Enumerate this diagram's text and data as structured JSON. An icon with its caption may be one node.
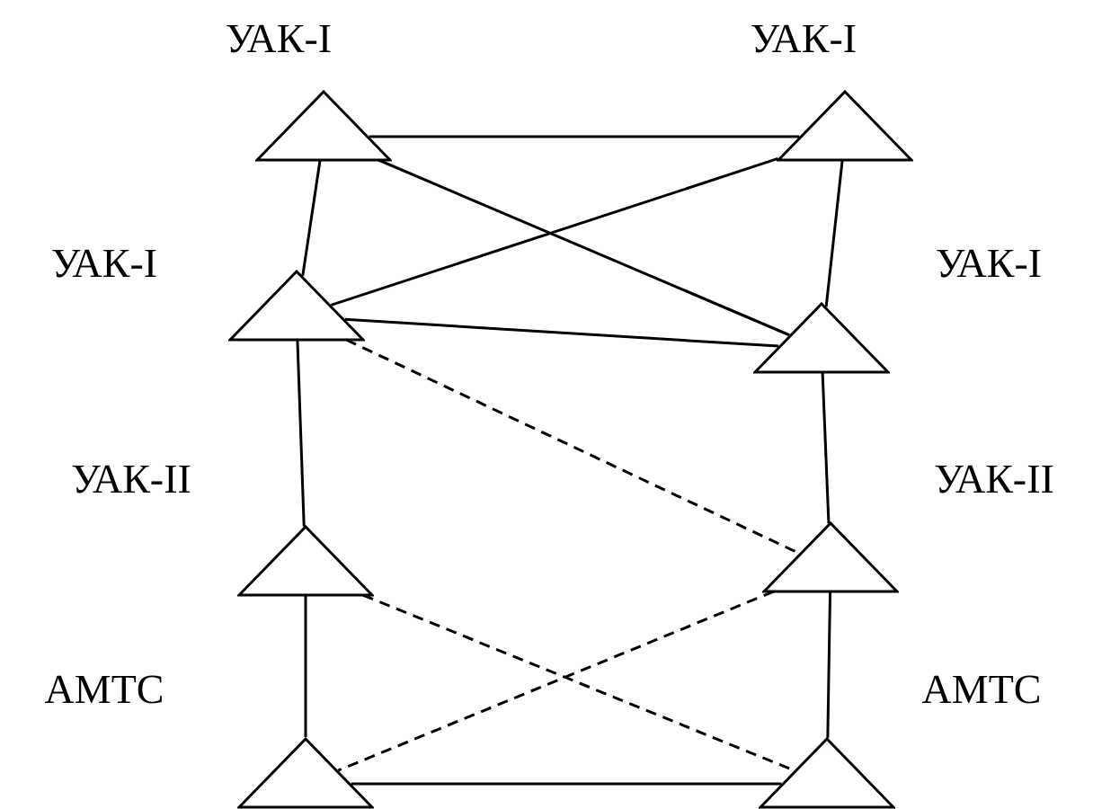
{
  "diagram": {
    "nodes": [
      {
        "text": [
          "УАК-I"
        ]
      },
      {
        "text": [
          "УАК-I"
        ]
      },
      {
        "text": [
          "УАК-I"
        ]
      },
      {
        "text": [
          "УАК-I"
        ]
      },
      {
        "text": [
          "УАК-II"
        ]
      },
      {
        "text": [
          "УАК-II"
        ]
      },
      {
        "text": [
          "АМТС"
        ]
      },
      {
        "text": [
          "АМТС"
        ]
      }
    ],
    "edges": [
      {
        "from": 0,
        "to": 1,
        "arrow": "none"
      },
      {
        "from": 0,
        "to": 2,
        "arrow": "none"
      },
      {
        "from": 0,
        "to": 3,
        "arrow": "none"
      },
      {
        "from": 1,
        "to": 2,
        "arrow": "none"
      },
      {
        "from": 1,
        "to": 3,
        "arrow": "none"
      },
      {
        "from": 2,
        "to": 3,
        "arrow": "none"
      },
      {
        "from": 2,
        "to": 5,
        "arrow": "none",
        "style": "dashed"
      },
      {
        "from": 2,
        "to": 4,
        "arrow": "none"
      },
      {
        "from": 3,
        "to": 5,
        "arrow": "none"
      },
      {
        "from": 4,
        "to": 7,
        "arrow": "none",
        "style": "dashed"
      },
      {
        "from": 5,
        "to": 6,
        "arrow": "none",
        "style": "dashed"
      },
      {
        "from": 4,
        "to": 6,
        "arrow": "none"
      },
      {
        "from": 5,
        "to": 7,
        "arrow": "none"
      },
      {
        "from": 6,
        "to": 7,
        "arrow": "none"
      }
    ]
  }
}
